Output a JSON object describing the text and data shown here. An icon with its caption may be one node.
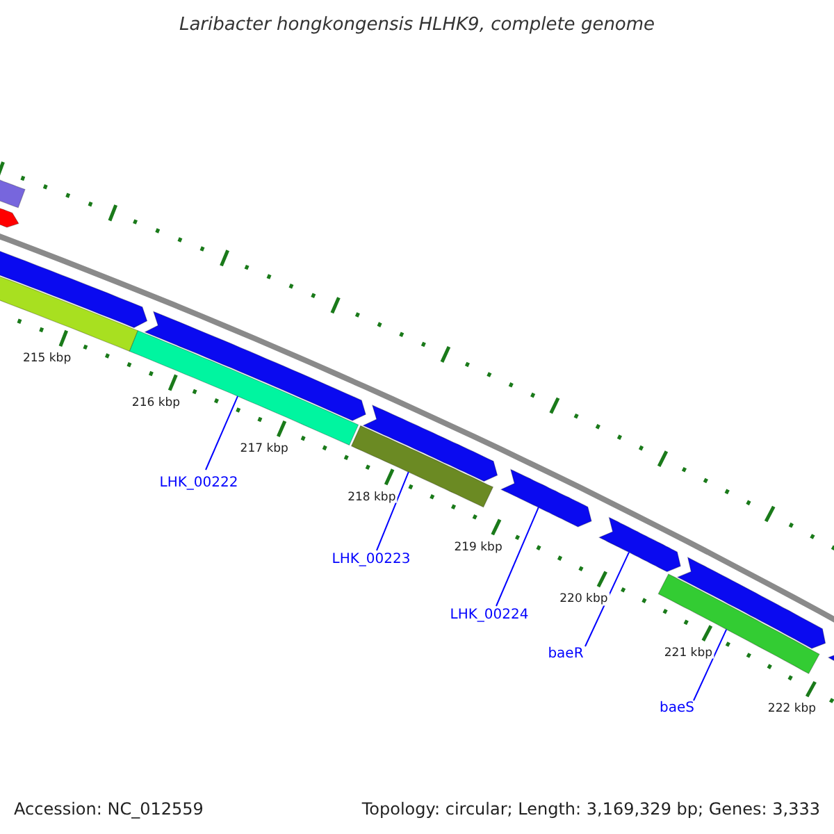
{
  "diagram": {
    "title": "Laribacter hongkongensis HLHK9, complete genome",
    "nodes": [
      {
        "text": [],
        "shape": "bar"
      },
      {
        "text": [],
        "shape": "arrow"
      },
      {
        "text": [],
        "shape": "arrow"
      },
      {
        "text": [],
        "shape": "bar"
      },
      {
        "text": [],
        "shape": "arrow"
      },
      {
        "text": [],
        "shape": "bar"
      },
      {
        "text": [
          "LHK_00222"
        ]
      },
      {
        "text": [],
        "shape": "arrow"
      },
      {
        "text": [],
        "shape": "bar"
      },
      {
        "text": [
          "LHK_00223"
        ]
      },
      {
        "text": [],
        "shape": "arrow"
      },
      {
        "text": [
          "LHK_00224"
        ]
      },
      {
        "text": [],
        "shape": "arrow"
      },
      {
        "text": [
          "baeR"
        ]
      },
      {
        "text": [],
        "shape": "arrow"
      },
      {
        "text": [],
        "shape": "bar"
      },
      {
        "text": [
          "baeS"
        ]
      },
      {
        "text": [],
        "shape": "arrow"
      }
    ],
    "edges": [
      {
        "from": 6,
        "to": 5,
        "arrow": "none"
      },
      {
        "from": 9,
        "to": 8,
        "arrow": "none"
      },
      {
        "from": 11,
        "to": 10,
        "arrow": "none"
      },
      {
        "from": 13,
        "to": 12,
        "arrow": "none"
      },
      {
        "from": 16,
        "to": 15,
        "arrow": "none"
      }
    ],
    "labels": [
      "215 kbp",
      "216 kbp",
      "217 kbp",
      "218 kbp",
      "219 kbp",
      "220 kbp",
      "221 kbp",
      "222 kbp",
      "Accession: NC_012559",
      "Topology: circular; Length: 3,169,329 bp; Genes: 3,333"
    ]
  }
}
